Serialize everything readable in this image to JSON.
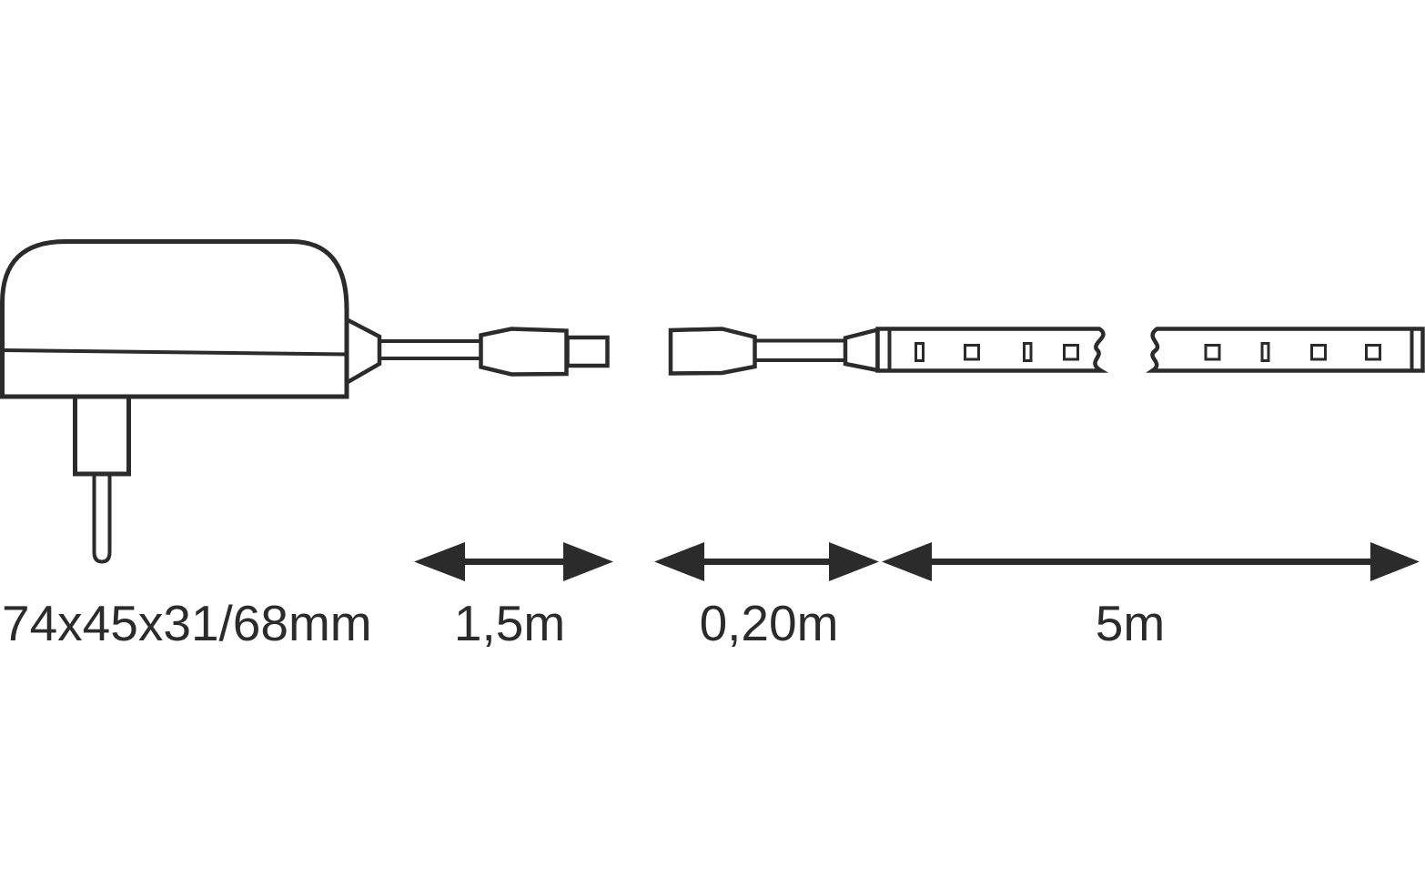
{
  "diagram": {
    "colors": {
      "line": "#2b2b2b",
      "background": "#ffffff"
    },
    "components": {
      "power_adapter": {
        "dimensions_label": "74x45x31/68mm"
      },
      "supply_cable": {
        "length_label": "1,5m"
      },
      "connector_cable": {
        "length_label": "0,20m"
      },
      "led_strip": {
        "length_label": "5m"
      }
    }
  }
}
